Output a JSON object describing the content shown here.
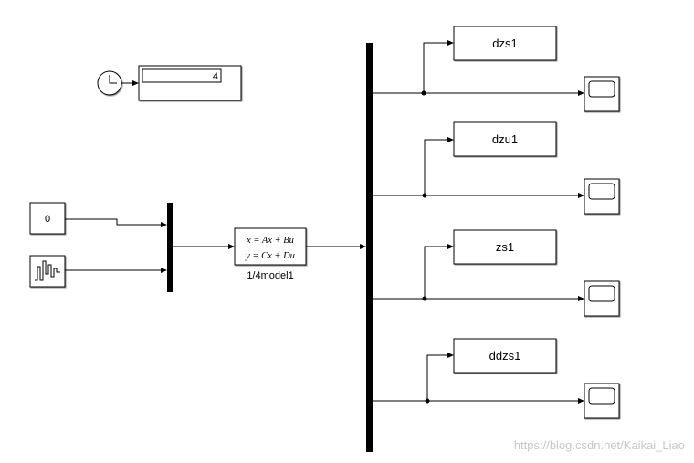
{
  "display": {
    "value": "4"
  },
  "constant": {
    "value": "0"
  },
  "state_space": {
    "eq1": "ẋ = Ax + Bu",
    "eq2": "y = Cx + Du",
    "label": "1/4model1"
  },
  "outputs": [
    {
      "label": "dzs1"
    },
    {
      "label": "dzu1"
    },
    {
      "label": "zs1"
    },
    {
      "label": "ddzs1"
    }
  ],
  "watermark": "https://blog.csdn.net/Kaikai_Liao"
}
